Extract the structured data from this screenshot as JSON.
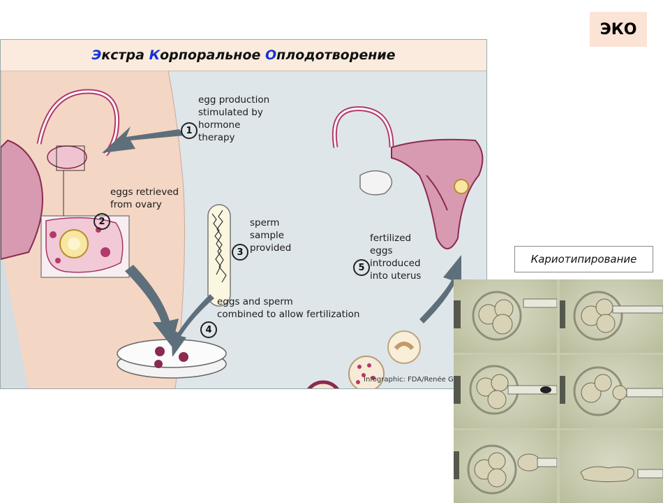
{
  "badge": {
    "text": "ЭКО"
  },
  "title": {
    "word1_initial": "Э",
    "word1_rest": "кстра ",
    "word2_initial": "К",
    "word2_rest": "орпоральное ",
    "word3_initial": "О",
    "word3_rest": "плодотворение"
  },
  "steps": [
    {
      "number": "1",
      "text": "egg production\nstimulated by\nhormone\ntherapy"
    },
    {
      "number": "2",
      "text": "eggs retrieved\nfrom ovary"
    },
    {
      "number": "3",
      "text": "sperm\nsample\nprovided"
    },
    {
      "number": "4",
      "text": "eggs and sperm\ncombined to allow fertilization"
    },
    {
      "number": "5",
      "text": "fertilized\neggs\nintroduced\ninto uterus"
    }
  ],
  "credit": "Infographic: FDA/Renée G",
  "karyotyping_label": "Кариотипирование",
  "colors": {
    "title_initial": "#1233d6",
    "badge_bg": "#fbe3d6",
    "skin": "#f4d6c4",
    "tissue": "#b3386b",
    "arrow": "#5d6f7a"
  }
}
